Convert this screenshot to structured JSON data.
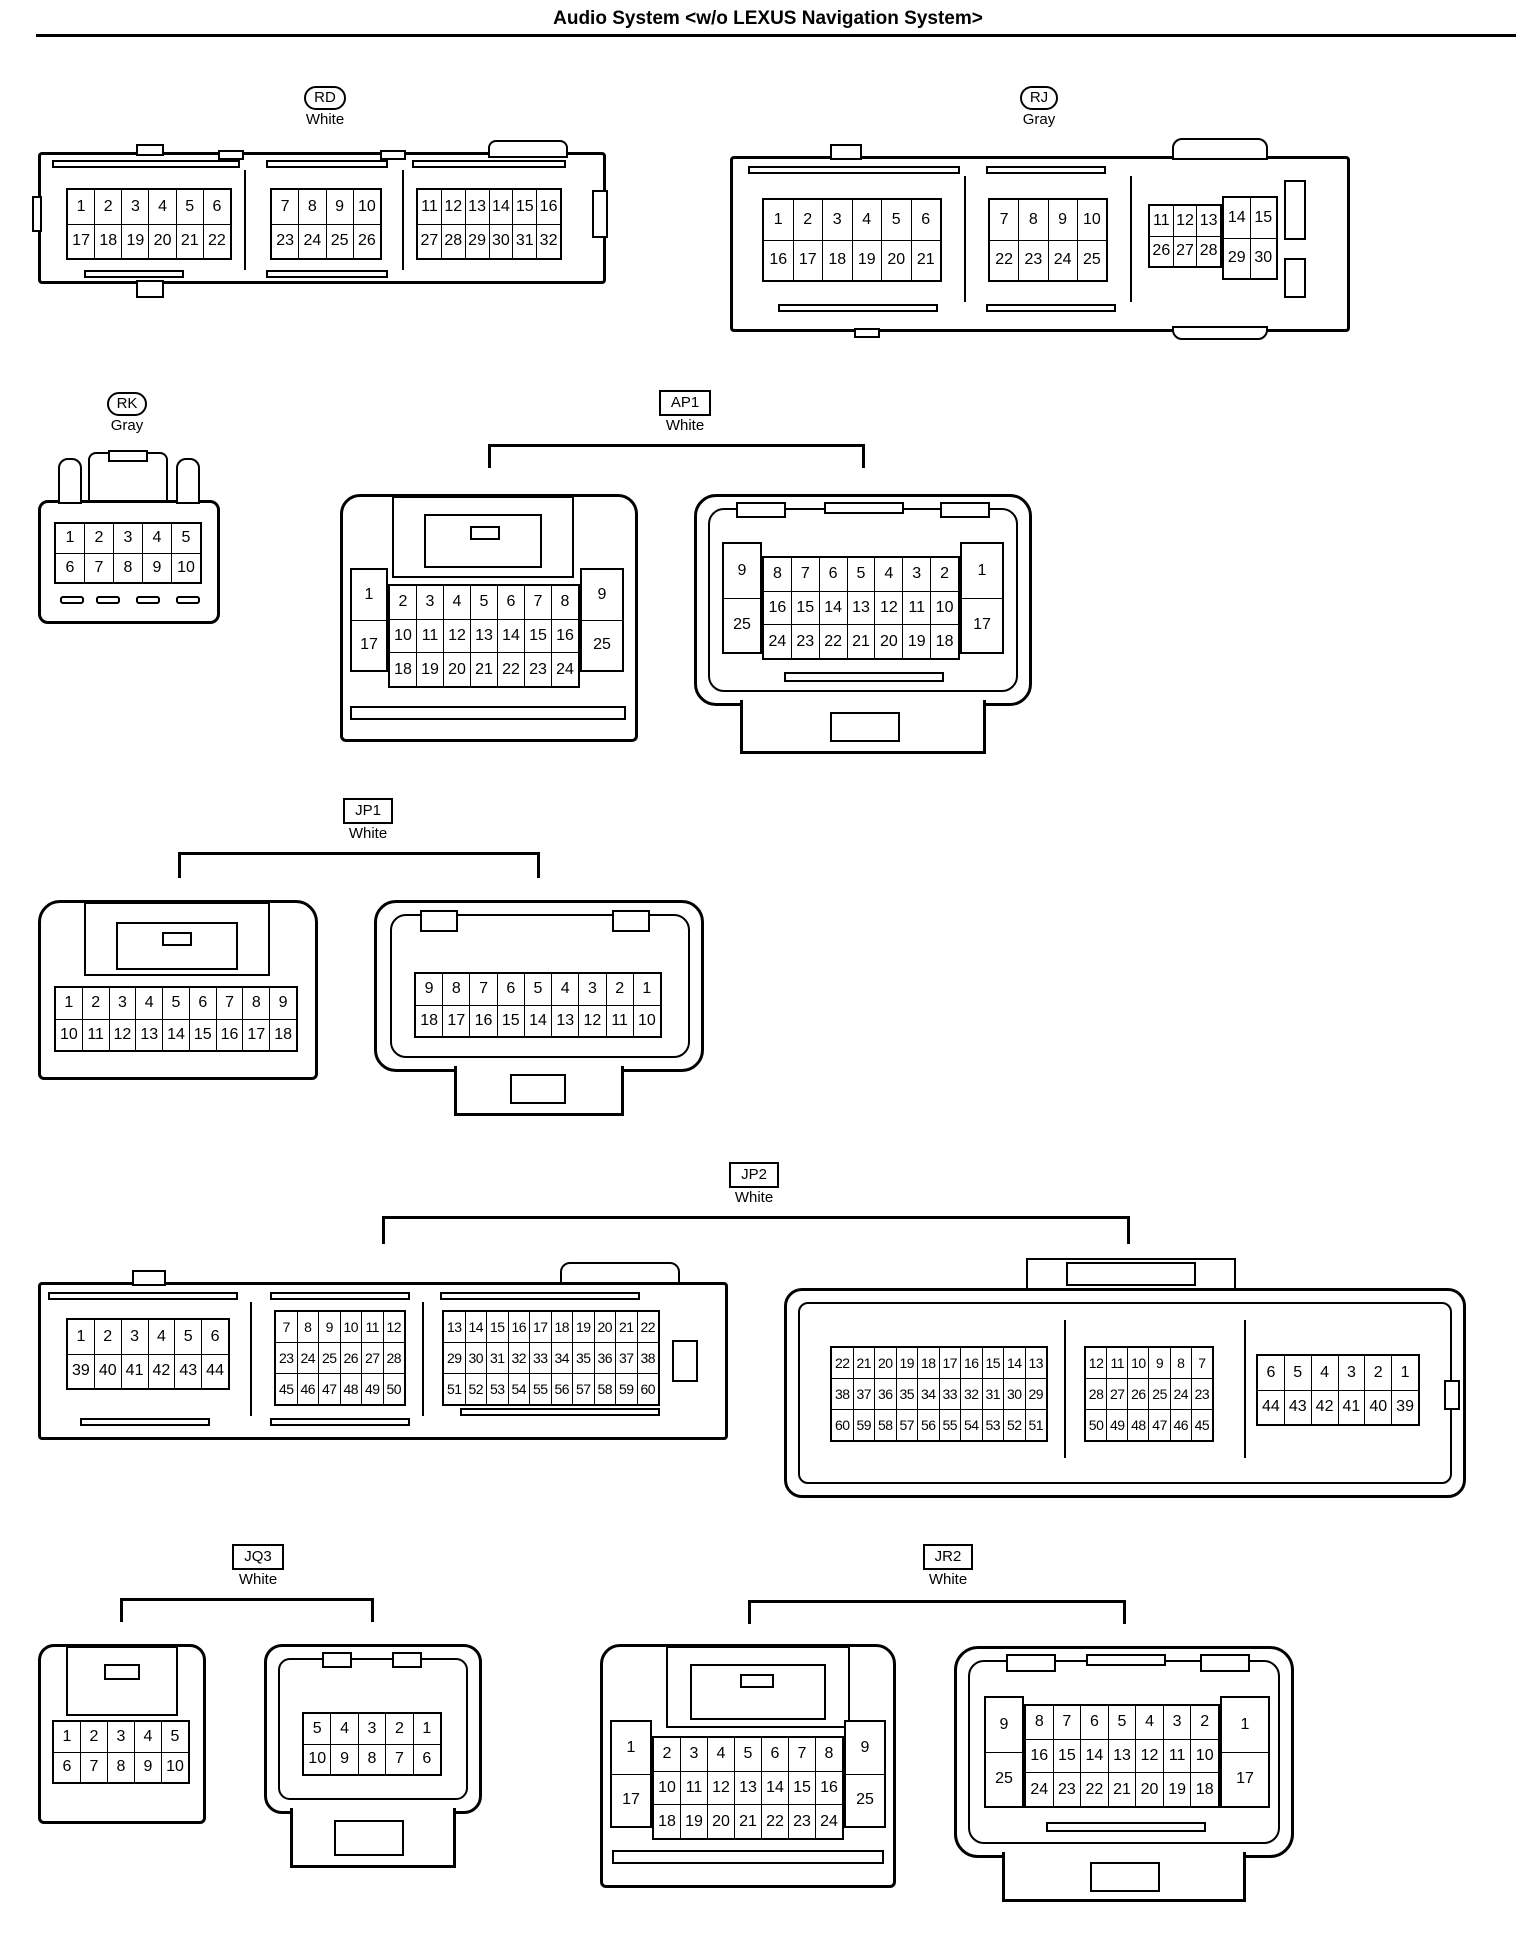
{
  "title": "Audio System <w/o LEXUS Navigation System>",
  "connectors": {
    "RD": {
      "code": "RD",
      "color": "White"
    },
    "RJ": {
      "code": "RJ",
      "color": "Gray"
    },
    "RK": {
      "code": "RK",
      "color": "Gray"
    },
    "AP1": {
      "code": "AP1",
      "color": "White"
    },
    "JP1": {
      "code": "JP1",
      "color": "White"
    },
    "JP2": {
      "code": "JP2",
      "color": "White"
    },
    "JQ3": {
      "code": "JQ3",
      "color": "White"
    },
    "JR2": {
      "code": "JR2",
      "color": "White"
    }
  },
  "grids": {
    "rd_a": {
      "cols": 6,
      "rows": [
        [
          "1",
          "2",
          "3",
          "4",
          "5",
          "6"
        ],
        [
          "17",
          "18",
          "19",
          "20",
          "21",
          "22"
        ]
      ]
    },
    "rd_b": {
      "cols": 4,
      "rows": [
        [
          "7",
          "8",
          "9",
          "10"
        ],
        [
          "23",
          "24",
          "25",
          "26"
        ]
      ]
    },
    "rd_c": {
      "cols": 6,
      "rows": [
        [
          "11",
          "12",
          "13",
          "14",
          "15",
          "16"
        ],
        [
          "27",
          "28",
          "29",
          "30",
          "31",
          "32"
        ]
      ]
    },
    "rj_a": {
      "cols": 6,
      "rows": [
        [
          "1",
          "2",
          "3",
          "4",
          "5",
          "6"
        ],
        [
          "16",
          "17",
          "18",
          "19",
          "20",
          "21"
        ]
      ]
    },
    "rj_b": {
      "cols": 4,
      "rows": [
        [
          "7",
          "8",
          "9",
          "10"
        ],
        [
          "22",
          "23",
          "24",
          "25"
        ]
      ]
    },
    "rj_c": {
      "cols": 3,
      "rows": [
        [
          "11",
          "12",
          "13"
        ],
        [
          "26",
          "27",
          "28"
        ]
      ]
    },
    "rj_d": {
      "cols": 2,
      "rows": [
        [
          "14",
          "15"
        ],
        [
          "29",
          "30"
        ]
      ]
    },
    "rk": {
      "cols": 5,
      "rows": [
        [
          "1",
          "2",
          "3",
          "4",
          "5"
        ],
        [
          "6",
          "7",
          "8",
          "9",
          "10"
        ]
      ]
    },
    "ap1_left_l": {
      "cols": 1,
      "rows": [
        [
          "1"
        ],
        [
          "17"
        ]
      ]
    },
    "ap1_left_m": {
      "cols": 7,
      "rows": [
        [
          "2",
          "3",
          "4",
          "5",
          "6",
          "7",
          "8"
        ],
        [
          "10",
          "11",
          "12",
          "13",
          "14",
          "15",
          "16"
        ],
        [
          "18",
          "19",
          "20",
          "21",
          "22",
          "23",
          "24"
        ]
      ]
    },
    "ap1_left_r": {
      "cols": 1,
      "rows": [
        [
          "9"
        ],
        [
          "25"
        ]
      ]
    },
    "ap1_right_l": {
      "cols": 1,
      "rows": [
        [
          "9"
        ],
        [
          "25"
        ]
      ]
    },
    "ap1_right_m": {
      "cols": 7,
      "rows": [
        [
          "8",
          "7",
          "6",
          "5",
          "4",
          "3",
          "2"
        ],
        [
          "16",
          "15",
          "14",
          "13",
          "12",
          "11",
          "10"
        ],
        [
          "24",
          "23",
          "22",
          "21",
          "20",
          "19",
          "18"
        ]
      ]
    },
    "ap1_right_r": {
      "cols": 1,
      "rows": [
        [
          "1"
        ],
        [
          "17"
        ]
      ]
    },
    "jp1_left": {
      "cols": 9,
      "rows": [
        [
          "1",
          "2",
          "3",
          "4",
          "5",
          "6",
          "7",
          "8",
          "9"
        ],
        [
          "10",
          "11",
          "12",
          "13",
          "14",
          "15",
          "16",
          "17",
          "18"
        ]
      ]
    },
    "jp1_right": {
      "cols": 9,
      "rows": [
        [
          "9",
          "8",
          "7",
          "6",
          "5",
          "4",
          "3",
          "2",
          "1"
        ],
        [
          "18",
          "17",
          "16",
          "15",
          "14",
          "13",
          "12",
          "11",
          "10"
        ]
      ]
    },
    "jp2_l_a": {
      "cols": 6,
      "rows": [
        [
          "1",
          "2",
          "3",
          "4",
          "5",
          "6"
        ],
        [
          "39",
          "40",
          "41",
          "42",
          "43",
          "44"
        ]
      ]
    },
    "jp2_l_b": {
      "cols": 6,
      "rows": [
        [
          "7",
          "8",
          "9",
          "10",
          "11",
          "12"
        ],
        [
          "23",
          "24",
          "25",
          "26",
          "27",
          "28"
        ],
        [
          "45",
          "46",
          "47",
          "48",
          "49",
          "50"
        ]
      ]
    },
    "jp2_l_c": {
      "cols": 10,
      "rows": [
        [
          "13",
          "14",
          "15",
          "16",
          "17",
          "18",
          "19",
          "20",
          "21",
          "22"
        ],
        [
          "29",
          "30",
          "31",
          "32",
          "33",
          "34",
          "35",
          "36",
          "37",
          "38"
        ],
        [
          "51",
          "52",
          "53",
          "54",
          "55",
          "56",
          "57",
          "58",
          "59",
          "60"
        ]
      ]
    },
    "jp2_r_a": {
      "cols": 10,
      "rows": [
        [
          "22",
          "21",
          "20",
          "19",
          "18",
          "17",
          "16",
          "15",
          "14",
          "13"
        ],
        [
          "38",
          "37",
          "36",
          "35",
          "34",
          "33",
          "32",
          "31",
          "30",
          "29"
        ],
        [
          "60",
          "59",
          "58",
          "57",
          "56",
          "55",
          "54",
          "53",
          "52",
          "51"
        ]
      ]
    },
    "jp2_r_b": {
      "cols": 6,
      "rows": [
        [
          "12",
          "11",
          "10",
          "9",
          "8",
          "7"
        ],
        [
          "28",
          "27",
          "26",
          "25",
          "24",
          "23"
        ],
        [
          "50",
          "49",
          "48",
          "47",
          "46",
          "45"
        ]
      ]
    },
    "jp2_r_c": {
      "cols": 6,
      "rows": [
        [
          "6",
          "5",
          "4",
          "3",
          "2",
          "1"
        ],
        [
          "44",
          "43",
          "42",
          "41",
          "40",
          "39"
        ]
      ]
    },
    "jq3_left": {
      "cols": 5,
      "rows": [
        [
          "1",
          "2",
          "3",
          "4",
          "5"
        ],
        [
          "6",
          "7",
          "8",
          "9",
          "10"
        ]
      ]
    },
    "jq3_right": {
      "cols": 5,
      "rows": [
        [
          "5",
          "4",
          "3",
          "2",
          "1"
        ],
        [
          "10",
          "9",
          "8",
          "7",
          "6"
        ]
      ]
    },
    "jr2_left_l": {
      "cols": 1,
      "rows": [
        [
          "1"
        ],
        [
          "17"
        ]
      ]
    },
    "jr2_left_m": {
      "cols": 7,
      "rows": [
        [
          "2",
          "3",
          "4",
          "5",
          "6",
          "7",
          "8"
        ],
        [
          "10",
          "11",
          "12",
          "13",
          "14",
          "15",
          "16"
        ],
        [
          "18",
          "19",
          "20",
          "21",
          "22",
          "23",
          "24"
        ]
      ]
    },
    "jr2_left_r": {
      "cols": 1,
      "rows": [
        [
          "9"
        ],
        [
          "25"
        ]
      ]
    },
    "jr2_right_l": {
      "cols": 1,
      "rows": [
        [
          "9"
        ],
        [
          "25"
        ]
      ]
    },
    "jr2_right_m": {
      "cols": 7,
      "rows": [
        [
          "8",
          "7",
          "6",
          "5",
          "4",
          "3",
          "2"
        ],
        [
          "16",
          "15",
          "14",
          "13",
          "12",
          "11",
          "10"
        ],
        [
          "24",
          "23",
          "22",
          "21",
          "20",
          "19",
          "18"
        ]
      ]
    },
    "jr2_right_r": {
      "cols": 1,
      "rows": [
        [
          "1"
        ],
        [
          "17"
        ]
      ]
    }
  }
}
